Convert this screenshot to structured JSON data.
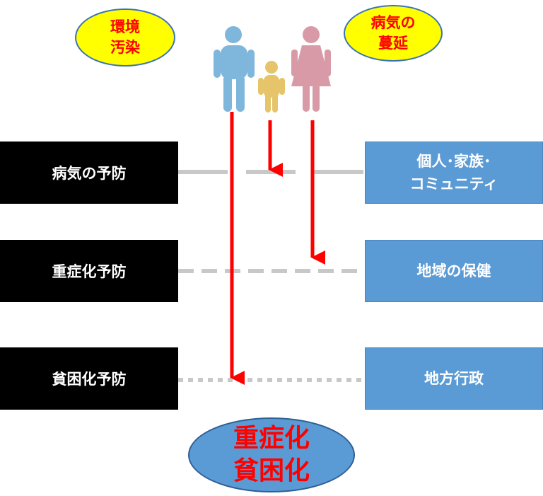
{
  "top_bubbles": {
    "left": {
      "line1": "環境",
      "line2": "汚染"
    },
    "right": {
      "line1": "病気の",
      "line2": "蔓延"
    }
  },
  "prevention_levels": [
    {
      "label": "病気の予防",
      "actor_line1": "個人･家族･",
      "actor_line2": "コミュニティ",
      "line_style": "dashed"
    },
    {
      "label": "重症化予防",
      "actor_line1": "地域の保健",
      "actor_line2": "",
      "line_style": "dashed"
    },
    {
      "label": "貧困化予防",
      "actor_line1": "地方行政",
      "actor_line2": "",
      "line_style": "dotted"
    }
  ],
  "result_bubble": {
    "line1": "重症化",
    "line2": "貧困化"
  },
  "family_icons": [
    {
      "icon": "man-icon",
      "color": "#7fb6dc"
    },
    {
      "icon": "child-icon",
      "color": "#e6c46a"
    },
    {
      "icon": "woman-icon",
      "color": "#d99aa8"
    }
  ],
  "colors": {
    "arrow": "#ff0000",
    "black_box": "#000000",
    "blue_box": "#5b9bd5",
    "yellow_bubble": "#ffff00",
    "level_line": "#c8c8c8"
  }
}
